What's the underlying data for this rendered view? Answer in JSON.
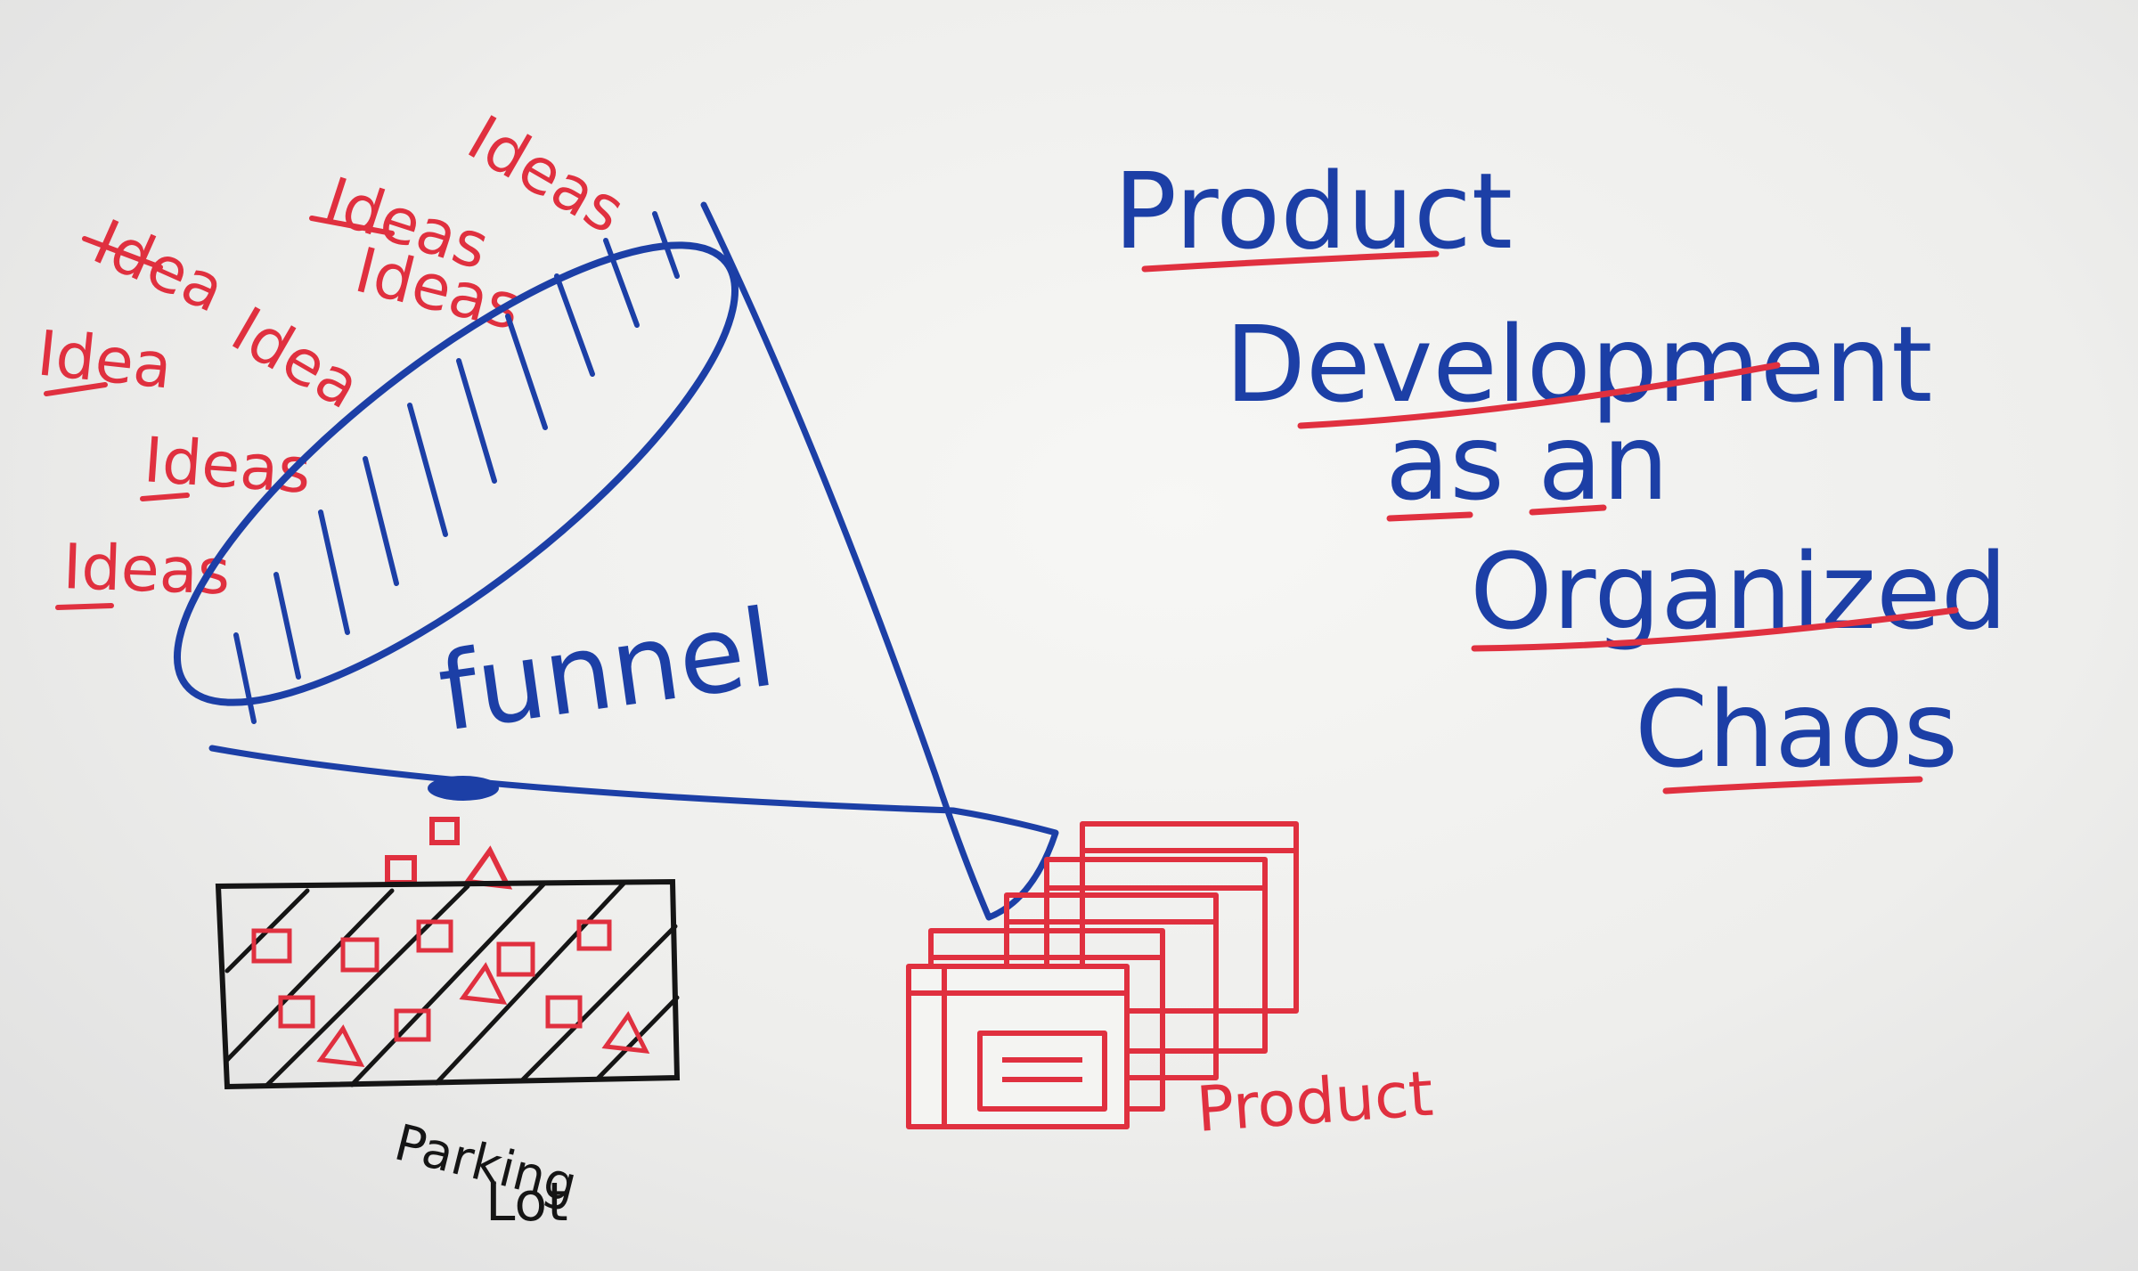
{
  "ideas": [
    "Idea",
    "Ideas",
    "Ideas",
    "Ideas",
    "Idea",
    "Idea",
    "Ideas",
    "Ideas"
  ],
  "funnel_label": "funnel",
  "parking_lot": [
    "Parking",
    "Lot"
  ],
  "product_label": "Product",
  "title": [
    "Product",
    "Development",
    "as an",
    "Organized",
    "Chaos"
  ],
  "colors": {
    "red_marker": "#e0303f",
    "blue_marker": "#1c3fa6",
    "black_marker": "#151515",
    "board": "#f2f2f0"
  }
}
